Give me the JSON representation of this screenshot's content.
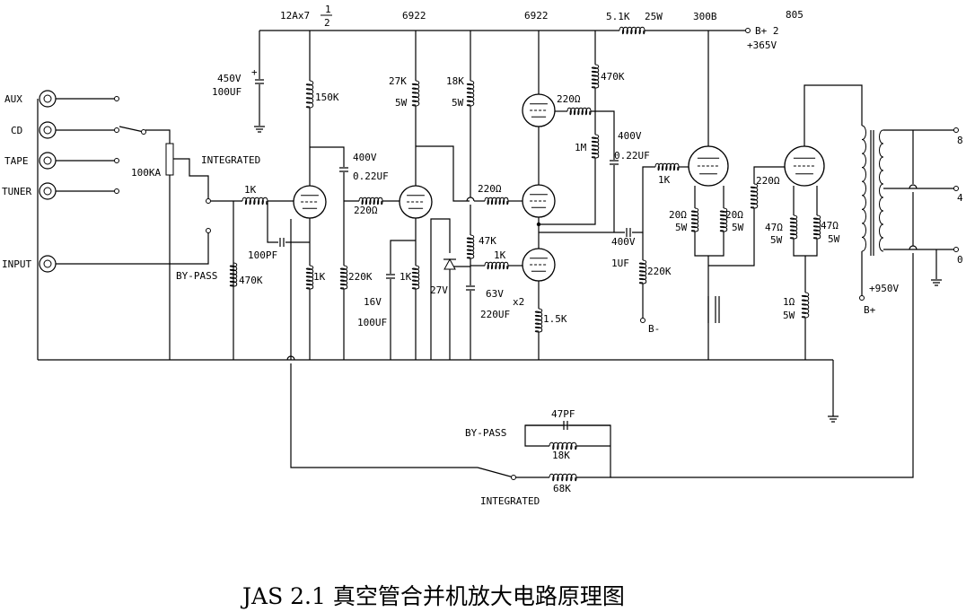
{
  "title": "JAS 2.1 真空管合并机放大电路原理图",
  "inputs": [
    "AUX",
    "CD",
    "TAPE",
    "TUNER",
    "INPUT"
  ],
  "tubes": {
    "stage1": "12Ax7",
    "stage1_fraction_num": "1",
    "stage1_fraction_den": "2",
    "stage2": "6922",
    "stage3": "6922",
    "power_driver": "300B",
    "output": "805"
  },
  "supply": {
    "b_plus_2": "B+ 2",
    "b_plus_2_voltage": "+365V",
    "b_plus": "B+",
    "b_plus_voltage": "+950V",
    "b_minus": "B-"
  },
  "labels": {
    "r_feed": "5.1K",
    "r_feed_power": "25W",
    "c_filter_v": "450V",
    "c_filter_val": "100UF",
    "r_150k": "150K",
    "r_27k": "27K",
    "r_27k_w": "5W",
    "r_18k": "18K",
    "r_18k_w": "5W",
    "r_470k_top": "470K",
    "r_220_grid_a": "220Ω",
    "r_1m": "1M",
    "c_400v_a": "400V",
    "c_022_a": "0.22UF",
    "c_400v_b": "400V",
    "c_022_b": "0.22UF",
    "pot": "100KA",
    "integrated": "INTEGRATED",
    "bypass": "BY-PASS",
    "r_1k_in": "1K",
    "r_470k_in": "470K",
    "c_100pf": "100PF",
    "r_220_b": "220Ω",
    "r_1k_c1": "1K",
    "r_220k_g2": "220K",
    "r_1k_c2": "1K",
    "c_16v": "16V",
    "c_100uf": "100UF",
    "zener": "27V",
    "r_47k": "47K",
    "r_1k_g": "1K",
    "c_63v": "63V",
    "x2": "x2",
    "c_220uf": "220UF",
    "r_220_c": "220Ω",
    "r_15k": "1.5K",
    "c_400v_c": "400V",
    "c_1uf": "1UF",
    "r_220k_g": "220K",
    "r_1k_300b": "1K",
    "r_220_805": "220Ω",
    "r_20_a": "20Ω",
    "r_20_a_w": "5W",
    "r_20_b": "20Ω",
    "r_20_b_w": "5W",
    "r_47_a": "47Ω",
    "r_47_a_w": "5W",
    "r_47_b": "47Ω",
    "r_47_b_w": "5W",
    "r_1ohm": "1Ω",
    "r_1ohm_w": "5W",
    "tap_8": "8",
    "tap_4": "4",
    "tap_0": "0",
    "fb_47pf": "47PF",
    "fb_18k": "18K",
    "fb_68k": "68K",
    "fb_bypass": "BY-PASS",
    "fb_integrated": "INTEGRATED"
  }
}
